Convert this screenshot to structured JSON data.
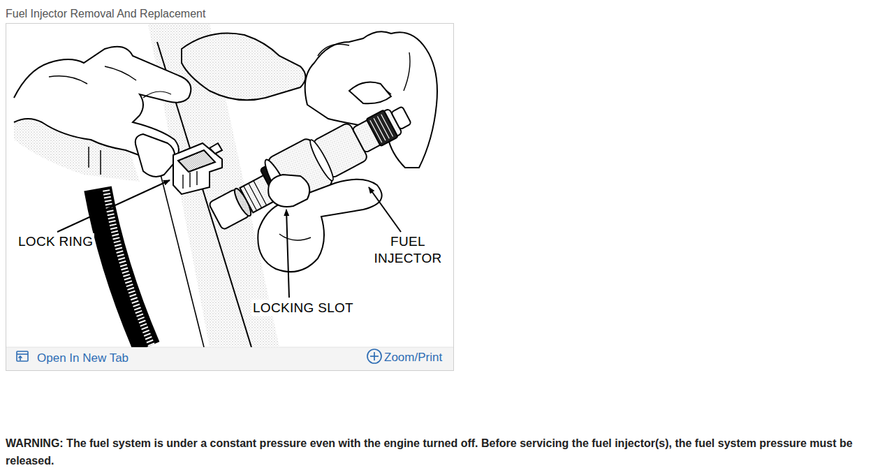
{
  "diagram": {
    "title": "Fuel Injector Removal And Replacement",
    "caption": "WARNING: The fuel system is under a constant pressure even with the engine turned off. Before servicing the fuel injector(s), the fuel system pressure must be released.",
    "labels": [
      "LOCK RING",
      "FUEL INJECTOR",
      "LOCKING SLOT",
      "Open In New Tab",
      "Zoom/Print"
    ]
  }
}
